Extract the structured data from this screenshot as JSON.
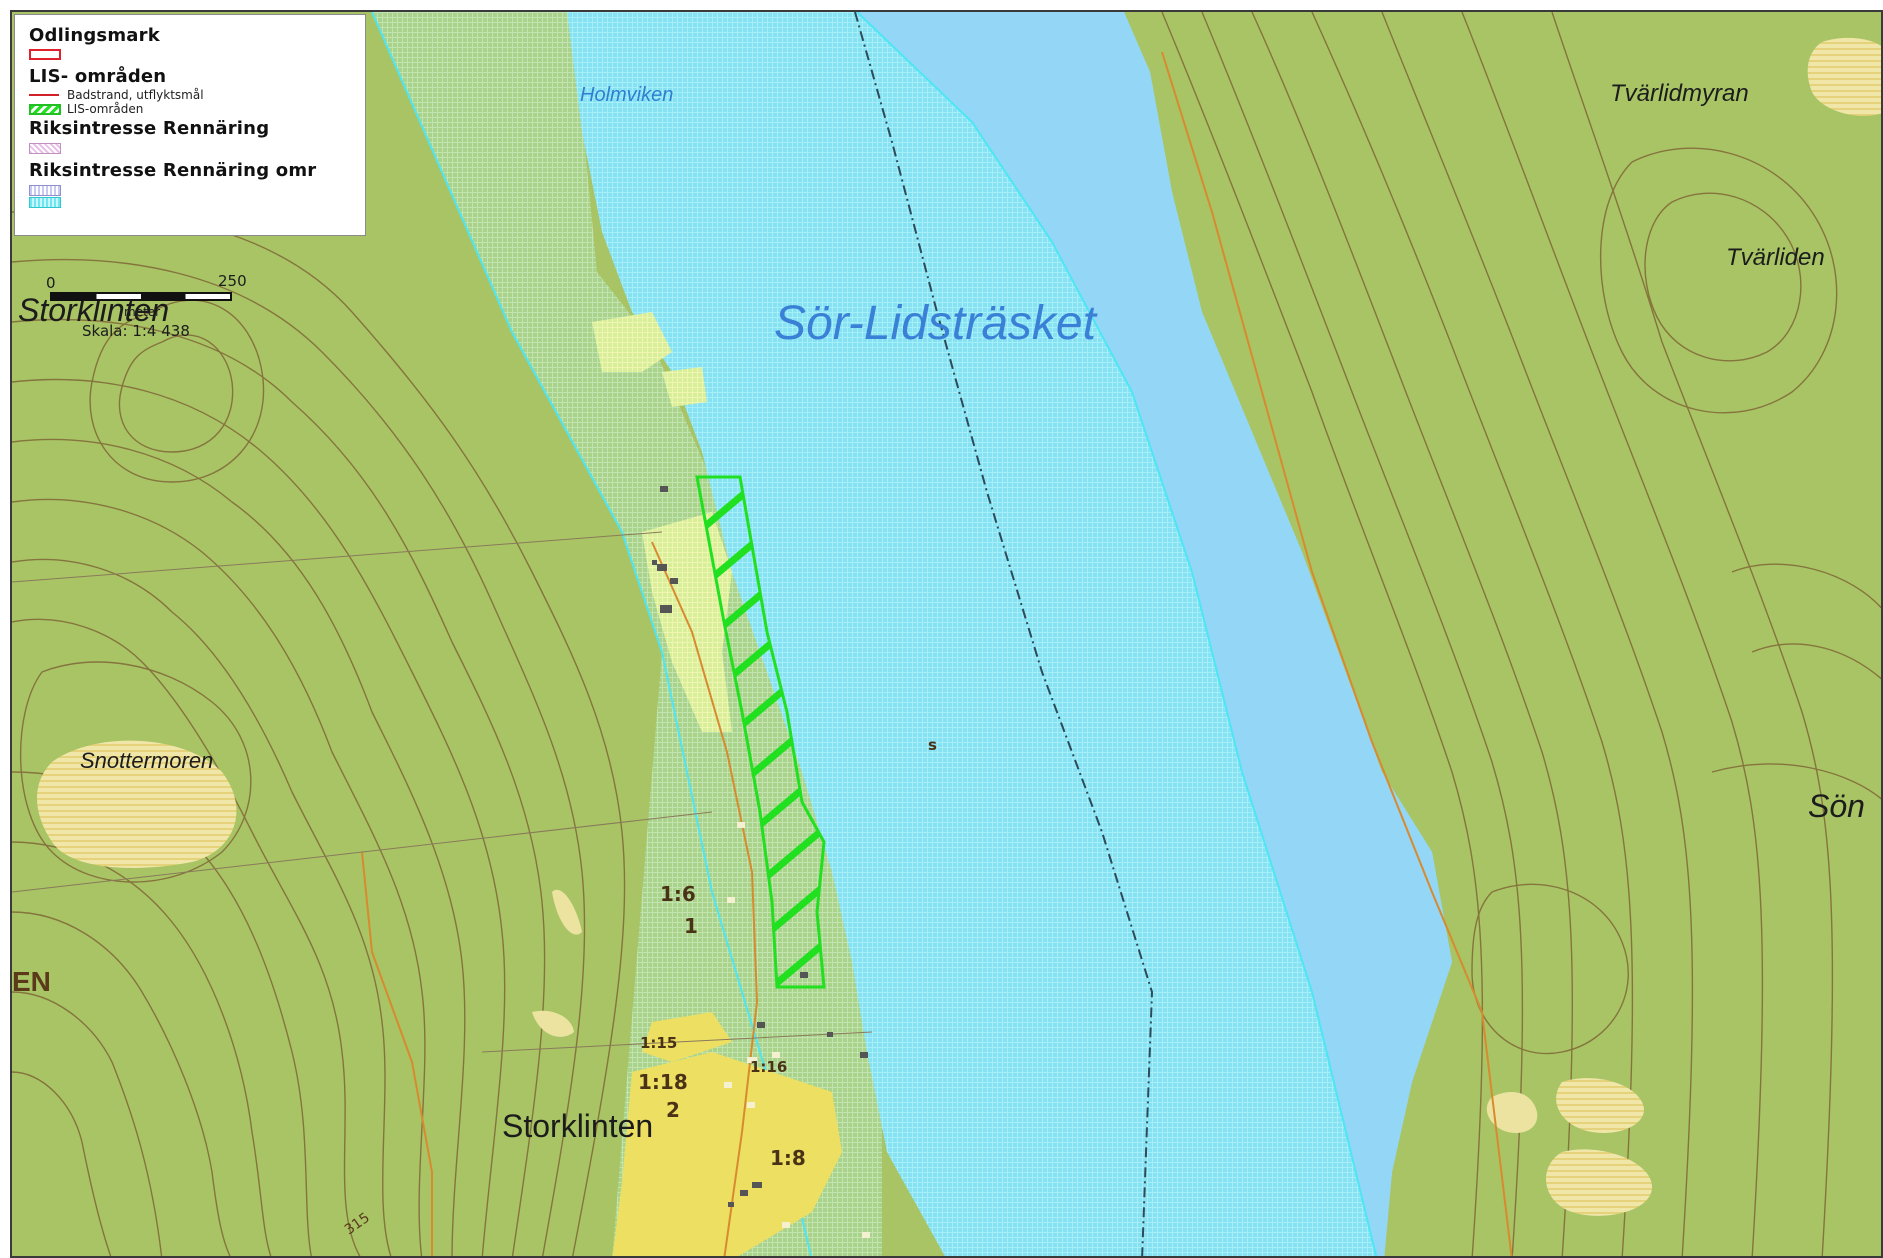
{
  "legend": {
    "odlingsmark": "Odlingsmark",
    "lis_heading": "LIS- områden",
    "badstrand": "Badstrand, utflyktsmål",
    "lis_item": "LIS-områden",
    "riks_rennaring": "Riksintresse Rennäring",
    "riks_rennaring_omr": "Riksintresse Rennäring omr"
  },
  "scale": {
    "tick_start": "0",
    "tick_end": "250",
    "unit": "meter",
    "ratio": "Skala: 1:4 438"
  },
  "labels": {
    "lake": "Sör-Lidsträsket",
    "bay": "Holmviken",
    "hill_west": "Storklinten",
    "village": "Storklinten",
    "bog": "Tvärlidmyran",
    "hill_east": "Tvärliden",
    "moor": "Snottermoren",
    "east_edge": "Sön",
    "region_west": "EN",
    "island_mark": "s",
    "elevation": "315"
  },
  "parcels": {
    "p16": "1:6",
    "p1": "1",
    "p115": "1:15",
    "p116": "1:16",
    "p118": "1:18",
    "p2": "2",
    "p18": "1:8"
  },
  "colors": {
    "land": "#a8c465",
    "water": "#8fd8f2",
    "reindeer_area": "#7fe6f0",
    "lis_area": "#22e022",
    "farmland": "#ecdc60",
    "contour": "#7a5a30"
  }
}
